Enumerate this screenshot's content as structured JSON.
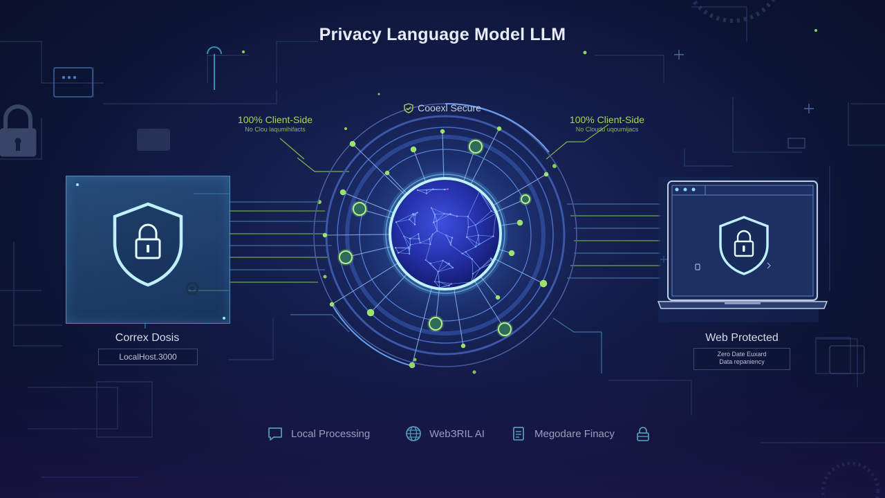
{
  "title": "Privacy Language Model LLM",
  "top_badge": {
    "label": "Cooexl Secure",
    "icon": "shield-check-icon"
  },
  "left_note": {
    "title": "100% Client-Side",
    "subtitle": "No Clou laqumihifacts"
  },
  "right_note": {
    "title": "100% Client-Side",
    "subtitle": "No Cloudu uqoumijacs"
  },
  "left_device": {
    "label": "Correx Dosis",
    "address": "LocalHost.3000",
    "icon": "shield-lock-icon"
  },
  "right_device": {
    "label": "Web Protected",
    "line1": "Zero Date Euxard",
    "line2": "Data repaniency",
    "icon": "laptop-shield-icon"
  },
  "features": [
    {
      "label": "Local Processing",
      "icon": "chat-bubble-icon"
    },
    {
      "label": "WebЗRIL AI",
      "icon": "globe-icon"
    },
    {
      "label": "Megodare Finacy",
      "icon": "document-icon"
    },
    {
      "label": "",
      "icon": "lock-icon"
    }
  ],
  "colors": {
    "accent_cyan": "#9fe6ff",
    "accent_green": "#a6d84f",
    "background": "#0c1433",
    "globe_blue": "#3346c8"
  }
}
